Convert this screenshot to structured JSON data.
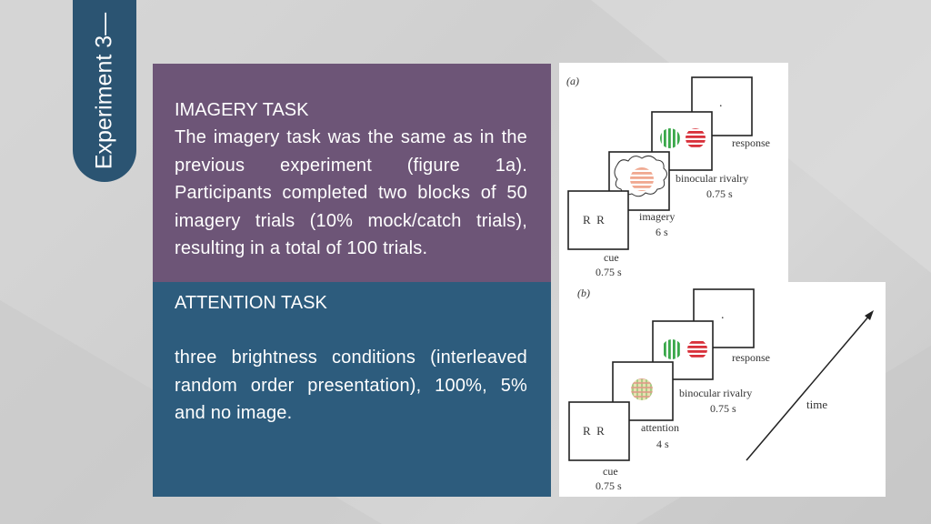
{
  "slide": {
    "tab_label": "Experiment 3—"
  },
  "imagery": {
    "heading": "IMAGERY TASK",
    "body": "The imagery task was the same as in the previous experiment (figure 1a). Participants completed two blocks of 50 imagery trials (10% mock/catch trials), resulting in a total of 100 trials."
  },
  "attention": {
    "heading": "ATTENTION TASK",
    "body": "three brightness conditions (interleaved random order presentation), 100%, 5% and no image."
  },
  "figure_a": {
    "panel_label": "(a)",
    "cue_letters": "R  R",
    "cue_label": "cue",
    "cue_time": "0.75 s",
    "imagery_label": "imagery",
    "imagery_time": "6 s",
    "rivalry_label": "binocular rivalry",
    "rivalry_time": "0.75 s",
    "response_label": "response",
    "response_dot": "."
  },
  "figure_b": {
    "panel_label": "(b)",
    "cue_letters": "R  R",
    "cue_label": "cue",
    "cue_time": "0.75 s",
    "attention_label": "attention",
    "attention_time": "4 s",
    "rivalry_label": "binocular rivalry",
    "rivalry_time": "0.75 s",
    "response_label": "response",
    "response_dot": ".",
    "time_label": "time"
  },
  "colors": {
    "tab": "#2b5472",
    "imagery_box": "#6d5577",
    "attention_box": "#2d5c7d",
    "green_grating": "#3aa84a",
    "red_grating": "#d8303a",
    "pale_red_grating": "#f0a890"
  }
}
